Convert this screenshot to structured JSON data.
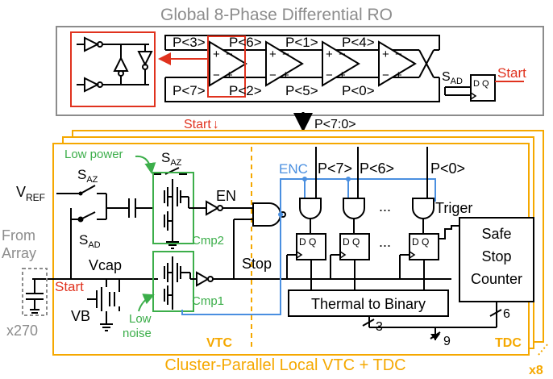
{
  "title": "Global 8-Phase Differential RO",
  "colors": {
    "title_gray": "#8c8c8c",
    "orange": "#f5a800",
    "red": "#e0321e",
    "green": "#3cae4a",
    "blue": "#4a8fe0",
    "black": "#000000",
    "dashed_gray": "#8c8c8c"
  },
  "ro": {
    "phase_labels_top": [
      "P<3>",
      "P<6>",
      "P<1>",
      "P<4>"
    ],
    "phase_labels_bottom": [
      "P<7>",
      "P<2>",
      "P<5>",
      "P<0>"
    ],
    "s_ad": "S",
    "s_ad_sub": "AD",
    "dff_label": "D Q",
    "start": "Start"
  },
  "bus": {
    "start_down": "Start",
    "arrow_glyph": "↓",
    "phases": "P<7:0>"
  },
  "vtc": {
    "vref": "V",
    "vref_sub": "REF",
    "saz": "S",
    "saz_sub": "AZ",
    "saz_top": "S",
    "saz_top_sub": "AZ",
    "sad": "S",
    "sad_sub": "AD",
    "low_power": "Low power",
    "low_noise_1": "Low",
    "low_noise_2": "noise",
    "cmp2": "Cmp2",
    "cmp1": "Cmp1",
    "en": "EN",
    "vcap": "Vcap",
    "vb": "VB",
    "start": "Start",
    "from_array_1": "From",
    "from_array_2": "Array",
    "x270": "x270",
    "stop": "Stop",
    "label": "VTC"
  },
  "tdc": {
    "enc": "ENC",
    "p7": "P<7>",
    "p6": "P<6>",
    "p0": "P<0>",
    "dots": "...",
    "triger": "Triger",
    "dff_label": "D Q",
    "counter_1": "Safe",
    "counter_2": "Stop",
    "counter_3": "Counter",
    "t2b": "Thermal to Binary",
    "bits_3": "3",
    "bits_6": "6",
    "bits_9": "9",
    "label": "TDC",
    "x8": "x8"
  },
  "caption": "Cluster-Parallel Local VTC + TDC"
}
